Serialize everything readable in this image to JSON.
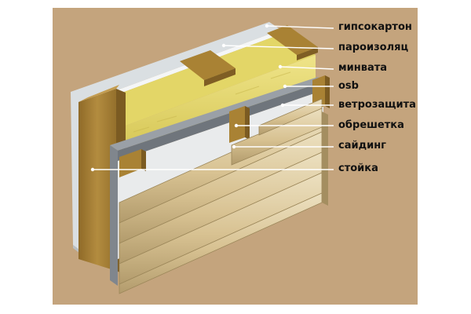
{
  "labels": {
    "gypsum": "гипсокартон",
    "vapor": "пароизоляц",
    "minwool": "минвата",
    "osb": "osb",
    "wind": "ветрозащита",
    "battens": "обрешетка",
    "siding": "сайдинг",
    "stud": "стойка"
  },
  "colors": {
    "background": "#c4a47d",
    "gypsum": "#dadfe2",
    "wool": "#e3d667",
    "wood": "#a98234",
    "osb": "#9aa0a7",
    "membrane": "#e9ebec",
    "siding": "#d9c294"
  }
}
